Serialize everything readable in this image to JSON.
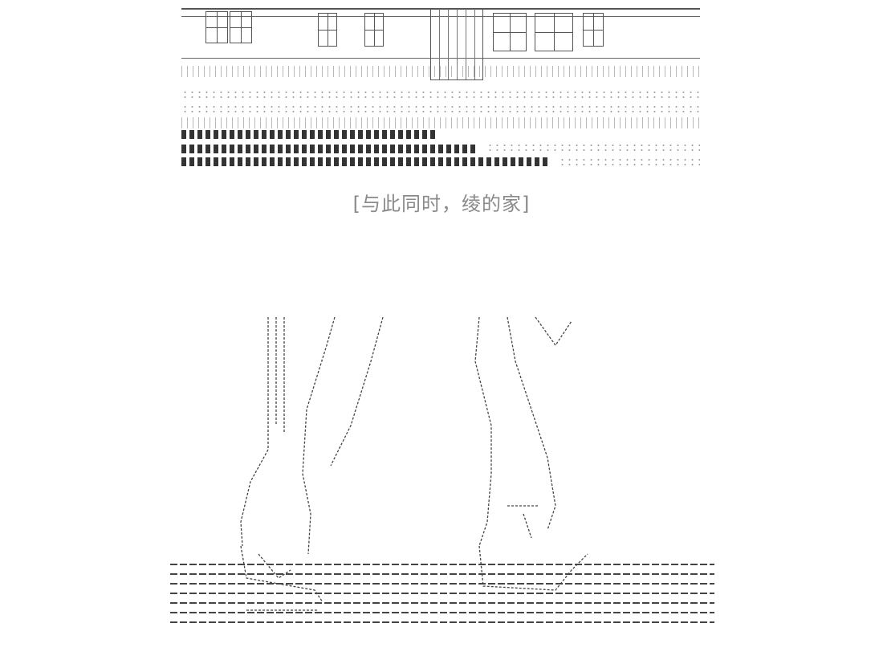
{
  "caption": "[与此同时，绫的家]",
  "colors": {
    "background": "#ffffff",
    "art_ink": "#3a3a3a",
    "caption_text": "#8a8a8a"
  },
  "icons": [
    "building-illustration",
    "legs-illustration"
  ]
}
